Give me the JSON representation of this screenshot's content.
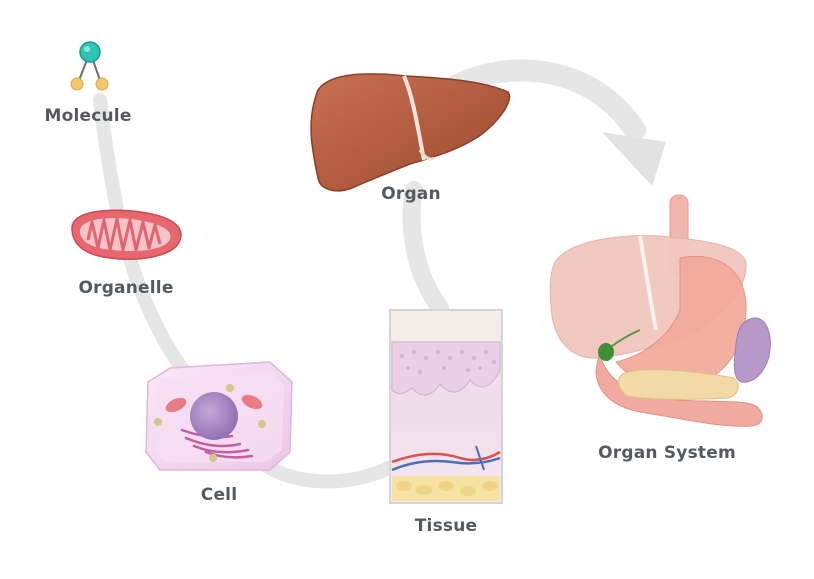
{
  "stages": [
    {
      "key": "molecule",
      "label": "Molecule"
    },
    {
      "key": "organelle",
      "label": "Organelle"
    },
    {
      "key": "cell",
      "label": "Cell"
    },
    {
      "key": "tissue",
      "label": "Tissue"
    },
    {
      "key": "organ",
      "label": "Organ"
    },
    {
      "key": "organ_system",
      "label": "Organ System"
    }
  ],
  "colors": {
    "path": "#e6e6e6",
    "label": "#555a5f",
    "molecule_top": "#2ec4b6",
    "molecule_bottom": "#f0c870",
    "mitochondria": "#e8676f",
    "cell": "#f2d7ef",
    "nucleus": "#a987c4",
    "organ": "#b35a3c",
    "stomach": "#f3b3a8",
    "pancreas": "#f2d9a6",
    "spleen": "#b898c8"
  }
}
